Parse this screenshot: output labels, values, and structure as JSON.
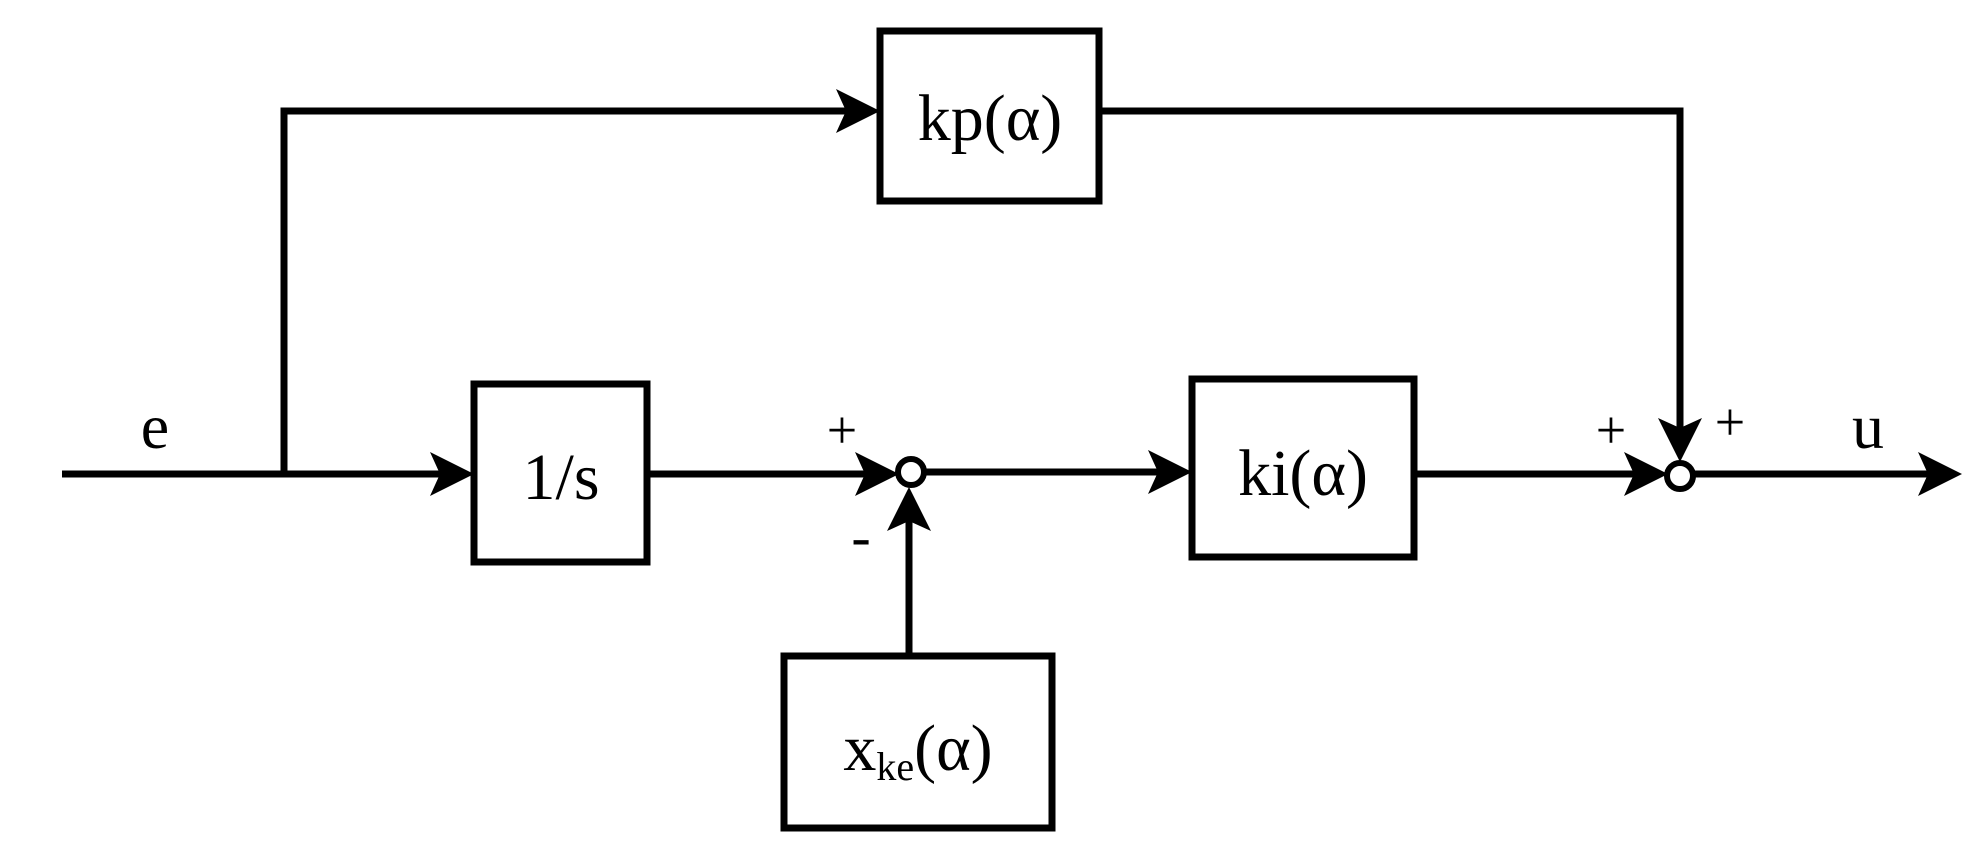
{
  "diagram": {
    "signals": {
      "input": "e",
      "output": "u"
    },
    "blocks": {
      "kp": {
        "label": "kp(α)"
      },
      "integrator": {
        "label": "1/s"
      },
      "ki": {
        "label": "ki(α)"
      },
      "xke": {
        "base": "x",
        "subscript": "ke",
        "arg": "(α)"
      }
    },
    "sum1": {
      "sign_in_left": "+",
      "sign_in_bottom": "-"
    },
    "sum2": {
      "sign_in_left": "+",
      "sign_in_top": "+"
    }
  }
}
